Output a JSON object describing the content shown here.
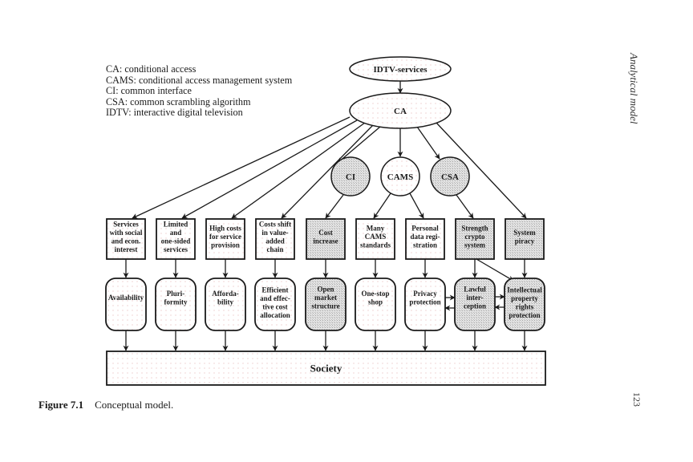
{
  "legend": [
    "CA: conditional access",
    "CAMS: conditional access management system",
    "CI: common interface",
    "CSA: common scrambling algorithm",
    "IDTV: interactive digital television"
  ],
  "running_head": "Analytical model",
  "page_number": "123",
  "caption": {
    "figure_label": "Figure 7.1",
    "text": "Conceptual model."
  },
  "diagram": {
    "top_node": "IDTV-services",
    "hub_node": "CA",
    "circles": [
      {
        "id": "ci",
        "label": "CI",
        "shaded": true
      },
      {
        "id": "cams",
        "label": "CAMS",
        "shaded": false
      },
      {
        "id": "csa",
        "label": "CSA",
        "shaded": true
      }
    ],
    "issues": [
      {
        "lines": [
          "Services",
          "with social",
          "and econ.",
          "interest"
        ],
        "shaded": false,
        "source": "CA"
      },
      {
        "lines": [
          "Limited",
          "and",
          "one-sided",
          "services"
        ],
        "shaded": false,
        "source": "CA"
      },
      {
        "lines": [
          "High costs",
          "for service",
          "provision"
        ],
        "shaded": false,
        "source": "CA"
      },
      {
        "lines": [
          "Costs shift",
          "in value-",
          "added",
          "chain"
        ],
        "shaded": false,
        "source": "CA"
      },
      {
        "lines": [
          "Cost",
          "increase"
        ],
        "shaded": true,
        "source": "CI"
      },
      {
        "lines": [
          "Many",
          "CAMS",
          "standards"
        ],
        "shaded": false,
        "source": "CAMS"
      },
      {
        "lines": [
          "Personal",
          "data regi-",
          "stration"
        ],
        "shaded": false,
        "source": "CAMS"
      },
      {
        "lines": [
          "Strength",
          "crypto",
          "system"
        ],
        "shaded": true,
        "source": "CSA"
      },
      {
        "lines": [
          "System",
          "piracy"
        ],
        "shaded": true,
        "source": "CA"
      }
    ],
    "values": [
      {
        "lines": [
          "Availability"
        ],
        "shaded": false
      },
      {
        "lines": [
          "Pluri-",
          "formity"
        ],
        "shaded": false
      },
      {
        "lines": [
          "Afforda-",
          "bility"
        ],
        "shaded": false
      },
      {
        "lines": [
          "Efficient",
          "and effec-",
          "tive cost",
          "allocation"
        ],
        "shaded": false
      },
      {
        "lines": [
          "Open",
          "market",
          "structure"
        ],
        "shaded": true
      },
      {
        "lines": [
          "One-stop",
          "shop"
        ],
        "shaded": false
      },
      {
        "lines": [
          "Privacy",
          "protection"
        ],
        "shaded": false
      },
      {
        "lines": [
          "Lawful",
          "inter-",
          "ception"
        ],
        "shaded": true
      },
      {
        "lines": [
          "Intellectual",
          "property",
          "rights",
          "protection"
        ],
        "shaded": true
      }
    ],
    "society": "Society"
  }
}
